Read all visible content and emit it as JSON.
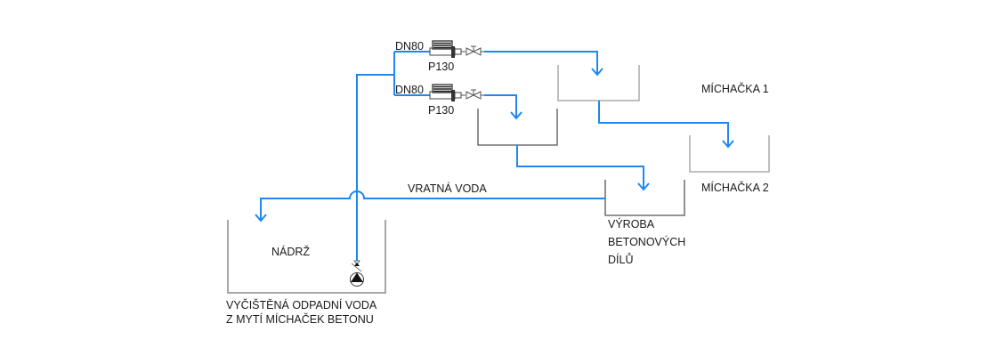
{
  "diagram": {
    "type": "process-flow",
    "colors": {
      "pipe": "#1e88f0",
      "vessel": "#8a8a8a",
      "text": "#1a1a1a"
    },
    "labels": {
      "pump1_dn": "DN80",
      "pump1_model": "P130",
      "pump2_dn": "DN80",
      "pump2_model": "P130",
      "mixer1": "MÍCHAČKA 1",
      "mixer2": "MÍCHAČKA 2",
      "return_water": "VRATNÁ VODA",
      "production_line1": "VÝROBA",
      "production_line2": "BETONOVÝCH",
      "production_line3": "DÍLŮ",
      "tank": "NÁDRŽ",
      "tank_caption_line1": "VYČIŠTĚNÁ ODPADNÍ VODA",
      "tank_caption_line2": "Z MYTÍ MÍCHAČEK BETONU"
    },
    "nodes": [
      {
        "id": "tank",
        "label": "NÁDRŽ"
      },
      {
        "id": "submersible-pump",
        "icon": "pump-icon"
      },
      {
        "id": "pump-1",
        "label": "P130",
        "dn": "DN80",
        "icon": "filter-pump-icon"
      },
      {
        "id": "pump-2",
        "label": "P130",
        "dn": "DN80",
        "icon": "filter-pump-icon"
      },
      {
        "id": "valve-1",
        "icon": "valve-icon"
      },
      {
        "id": "valve-2",
        "icon": "valve-icon"
      },
      {
        "id": "buffer-vessel",
        "label": ""
      },
      {
        "id": "mixer-1",
        "label": "MÍCHAČKA 1"
      },
      {
        "id": "mixer-2",
        "label": "MÍCHAČKA 2"
      },
      {
        "id": "production",
        "label": "VÝROBA BETONOVÝCH DÍLŮ"
      }
    ],
    "edges": [
      {
        "from": "submersible-pump",
        "to": "pump-1"
      },
      {
        "from": "submersible-pump",
        "to": "pump-2"
      },
      {
        "from": "pump-1",
        "to": "mixer-1"
      },
      {
        "from": "pump-2",
        "to": "buffer-vessel"
      },
      {
        "from": "mixer-1",
        "to": "mixer-2"
      },
      {
        "from": "buffer-vessel",
        "to": "production"
      },
      {
        "from": "production",
        "to": "tank",
        "label": "VRATNÁ VODA"
      }
    ]
  }
}
